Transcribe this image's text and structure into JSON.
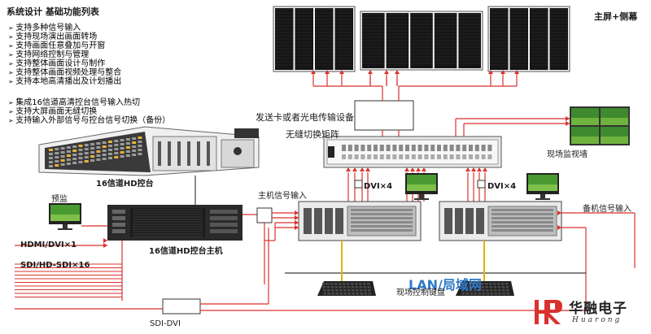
{
  "system_title": "系统设计 基础功能列表",
  "features_group1": [
    "支持多种信号输入",
    "支持现场演出画面转场",
    "支持画面任意叠加与开窗",
    "支持网络控制与管理",
    "支持整体画面设计与制作",
    "支持整体画面视频处理与整合",
    "支持本地高清播出及计划播出"
  ],
  "features_group2": [
    "集成16信道高清控台信号输入热切",
    "支持大屏画面无缝切换",
    "支持输入外部信号与控台信号切换（备份）"
  ],
  "bullet_char": "➢",
  "labels": {
    "main_side_screen": "主屏+侧幕",
    "transmitter": "发送卡或者光电传输设备",
    "seamless_matrix": "无缝切换矩阵",
    "monitor_wall": "现场监视墙",
    "console": "16信道HD控台",
    "console_host": "16信道HD控台主机",
    "preview": "预监",
    "main_input": "主机信号输入",
    "backup_input": "备机信号输入",
    "dvi_left": "DVI×4",
    "dvi_right": "DVI×4",
    "hdmi_dvi": "HDMI/DVI×1",
    "sdi_in": "SDI/HD-SDI×16",
    "sdi_dvi": "SDI-DVI",
    "lan": "LAN/局域网",
    "keyboard": "现场控制键盘"
  },
  "logo": {
    "cn": "华融电子",
    "en": "Huarong"
  },
  "colors": {
    "signal_red": "#d9322e",
    "lan_blue": "#2f78c8",
    "dark_device": "#2a2a2a"
  }
}
